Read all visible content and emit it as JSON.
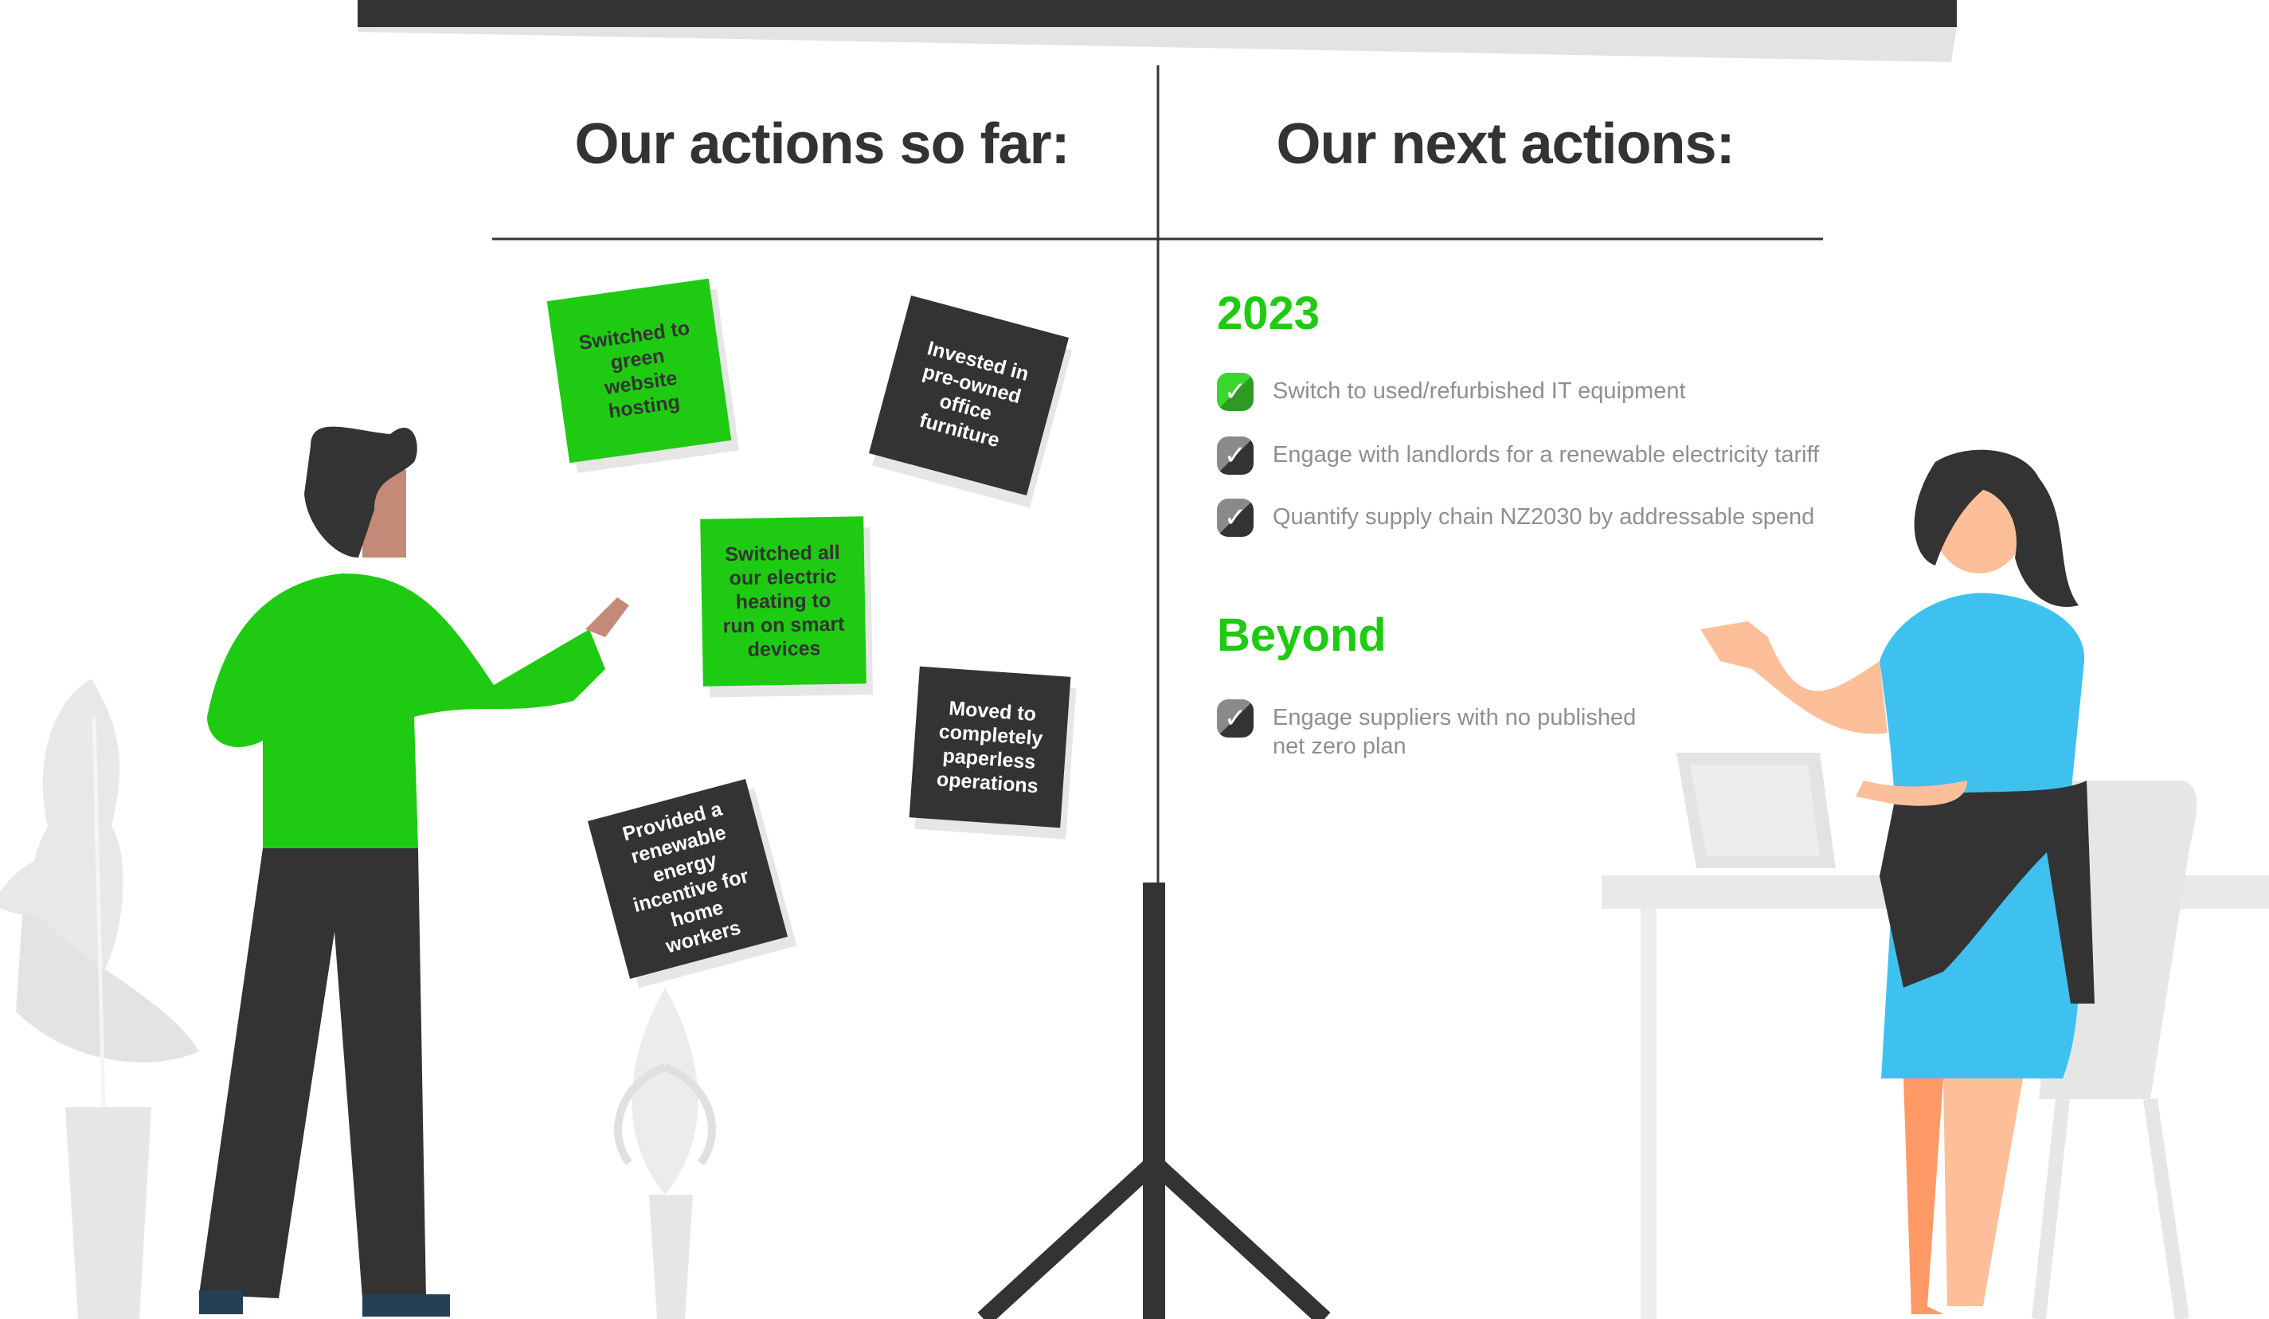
{
  "left_title": "Our actions so far:",
  "right_title": "Our next actions:",
  "notes": [
    {
      "text": "Switched to green website hosting",
      "color": "green"
    },
    {
      "text": "Invested in pre-owned office furniture",
      "color": "dark"
    },
    {
      "text": "Switched all our electric heating to run on smart devices",
      "color": "green"
    },
    {
      "text": "Moved to completely paperless operations",
      "color": "dark"
    },
    {
      "text": "Provided a renewable energy incentive for home workers",
      "color": "dark"
    }
  ],
  "sections": [
    {
      "heading": "2023",
      "items": [
        {
          "text": "Switch to used/refurbished IT equipment",
          "status": "done",
          "icon": "check-icon-green"
        },
        {
          "text": "Engage with landlords for a renewable electricity tariff",
          "status": "pending",
          "icon": "check-icon-grey"
        },
        {
          "text": "Quantify supply chain NZ2030 by addressable spend",
          "status": "pending",
          "icon": "check-icon-grey"
        }
      ]
    },
    {
      "heading": "Beyond",
      "items": [
        {
          "text": "Engage suppliers with no published net zero plan",
          "status": "pending",
          "icon": "check-icon-grey"
        }
      ]
    }
  ],
  "colors": {
    "accent": "#1fcb12",
    "dark": "#333333",
    "muted_text": "#8f8f8f",
    "dress": "#3fc1ef"
  }
}
